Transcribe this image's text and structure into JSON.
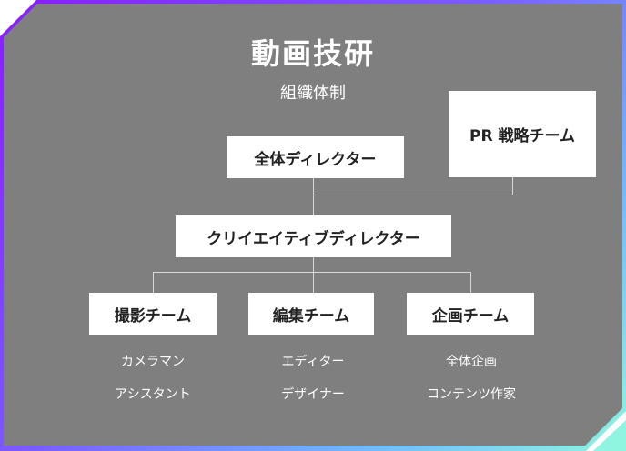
{
  "title": "動画技研",
  "subtitle": "組織体制",
  "director": "全体ディレクター",
  "pr": "PR 戦略チーム",
  "creative": "クリイエイティブディレクター",
  "teams": [
    {
      "name": "撮影チーム",
      "roles": [
        "カメラマン",
        "アシスタント"
      ]
    },
    {
      "name": "編集チーム",
      "roles": [
        "エディター",
        "デザイナー"
      ]
    },
    {
      "name": "企画チーム",
      "roles": [
        "全体企画",
        "コンテンツ作家"
      ]
    }
  ]
}
